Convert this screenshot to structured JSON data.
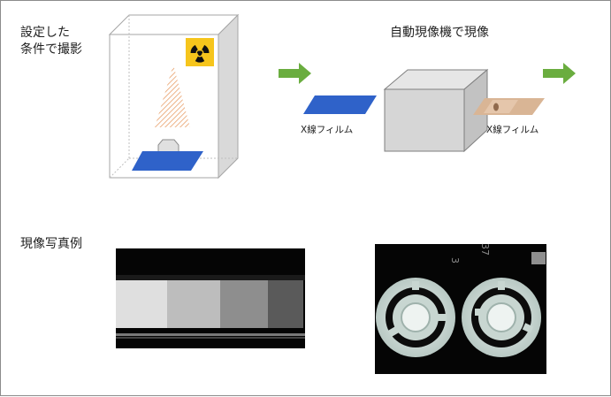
{
  "step1": {
    "line1": "設定した",
    "line2": "条件で撮影"
  },
  "step2": {
    "title": "自動現像機で現像"
  },
  "film_in_label": "X線フィルム",
  "film_out_label": "X線フィルム",
  "photo_section_label": "現像写真例",
  "photo2_numbers": [
    "3",
    "37"
  ],
  "colors": {
    "arrow_green": "#6aad3f",
    "film_blue": "#2f62c9",
    "hazard_yellow": "#f6c51c",
    "beam_orange": "#e8a06a",
    "box_gray": "#d4d4d4"
  },
  "icons": [
    "radiation-hazard-icon",
    "right-arrow-icon"
  ]
}
